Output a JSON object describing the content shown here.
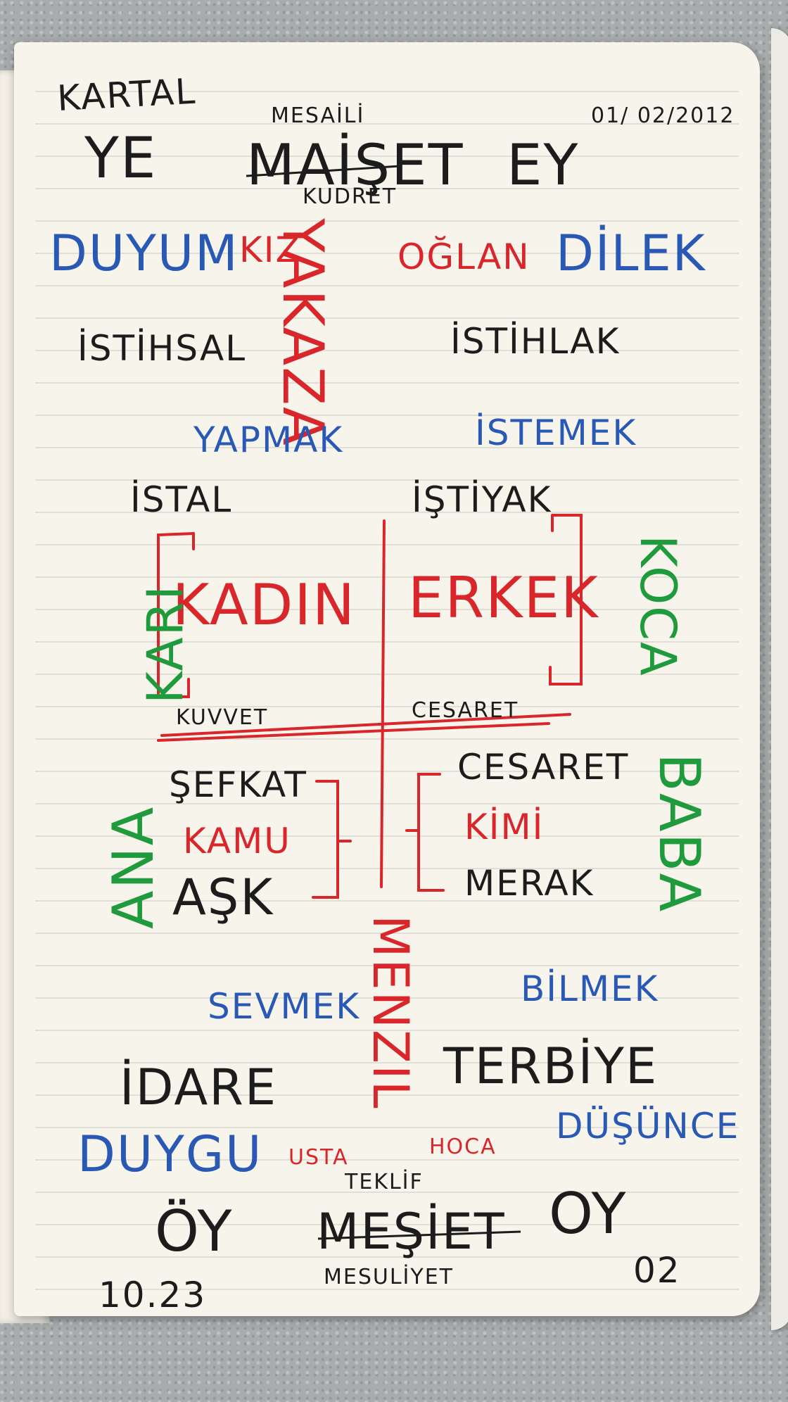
{
  "header": {
    "title_left": "KARTAL",
    "date": "01/ 02/2012",
    "line1_left": "YE",
    "line1_crossed": "MAİŞET",
    "line1_above": "MESAİLİ",
    "line1_below": "KUDRET",
    "line1_right": "EY"
  },
  "top_quadrant": {
    "left_blue": "DUYUM",
    "left_red": "KIZ",
    "right_red": "OĞLAN",
    "right_blue": "DİLEK",
    "left_black": "İSTİHSAL",
    "right_black": "İSTİHLAK",
    "vertical_red": "YAKAZA",
    "left_blue2": "YAPMAK",
    "right_blue2": "İSTEMEK",
    "left_black2": "İSTAL",
    "right_black2": "İŞTİYAK"
  },
  "middle": {
    "left_red": "KADIN",
    "right_red": "ERKEK",
    "left_green": "KARI",
    "right_green": "KOCA",
    "left_under": "KUVVET",
    "right_under": "CESARET"
  },
  "lower": {
    "left_items": [
      "ŞEFKAT",
      "KAMU",
      "AŞK"
    ],
    "right_items": [
      "CESARET",
      "KİMİ",
      "MERAK"
    ],
    "left_green": "ANA",
    "right_green": "BABA",
    "vertical_red": "MENZIL",
    "left_blue": "SEVMEK",
    "right_blue": "BİLMEK",
    "left_black": "İDARE",
    "right_black": "TERBİYE",
    "left_blue2": "DUYGU",
    "right_blue2": "DÜŞÜNCE",
    "left_red": "USTA",
    "right_red": "HOCA"
  },
  "footer": {
    "line_left": "ÖY",
    "line_crossed": "MEŞİET",
    "line_above": "TEKLİF",
    "line_below": "MESULİYET",
    "line_right": "OY",
    "page_number": "02",
    "bottom_left": "10.23"
  },
  "colors": {
    "black": "#1c1c1c",
    "red": "#d8262b",
    "blue": "#2a59b5",
    "green": "#1f9a3c"
  }
}
